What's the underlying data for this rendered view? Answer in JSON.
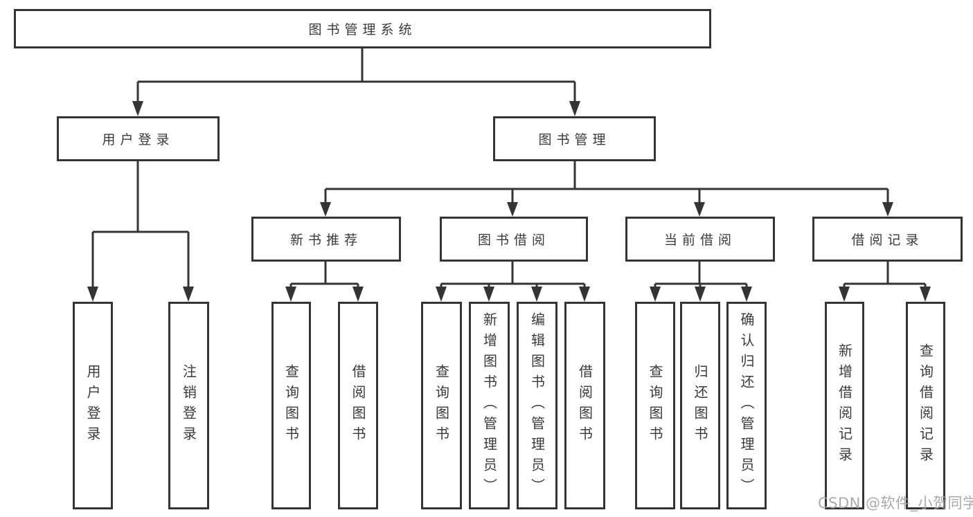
{
  "tree": {
    "label": "图书管理系统",
    "children": [
      {
        "label": "用户登录",
        "children": [
          {
            "label": "用户登录"
          },
          {
            "label": "注销登录"
          }
        ]
      },
      {
        "label": "图书管理",
        "children": [
          {
            "label": "新书推荐",
            "children": [
              {
                "label": "查询图书"
              },
              {
                "label": "借阅图书"
              }
            ]
          },
          {
            "label": "图书借阅",
            "children": [
              {
                "label": "查询图书"
              },
              {
                "label": "新增图书（管理员）"
              },
              {
                "label": "编辑图书（管理员）"
              },
              {
                "label": "借阅图书"
              }
            ]
          },
          {
            "label": "当前借阅",
            "children": [
              {
                "label": "查询图书"
              },
              {
                "label": "归还图书"
              },
              {
                "label": "确认归还（管理员）"
              }
            ]
          },
          {
            "label": "借阅记录",
            "children": [
              {
                "label": "新增借阅记录"
              },
              {
                "label": "查询借阅记录"
              }
            ]
          }
        ]
      }
    ]
  },
  "watermark": "CSDN @软件_小贺同学",
  "colors": {
    "line": "#343434",
    "text": "#3a3a3a",
    "watermark": "#a4a4a4",
    "background": "#ffffff"
  }
}
